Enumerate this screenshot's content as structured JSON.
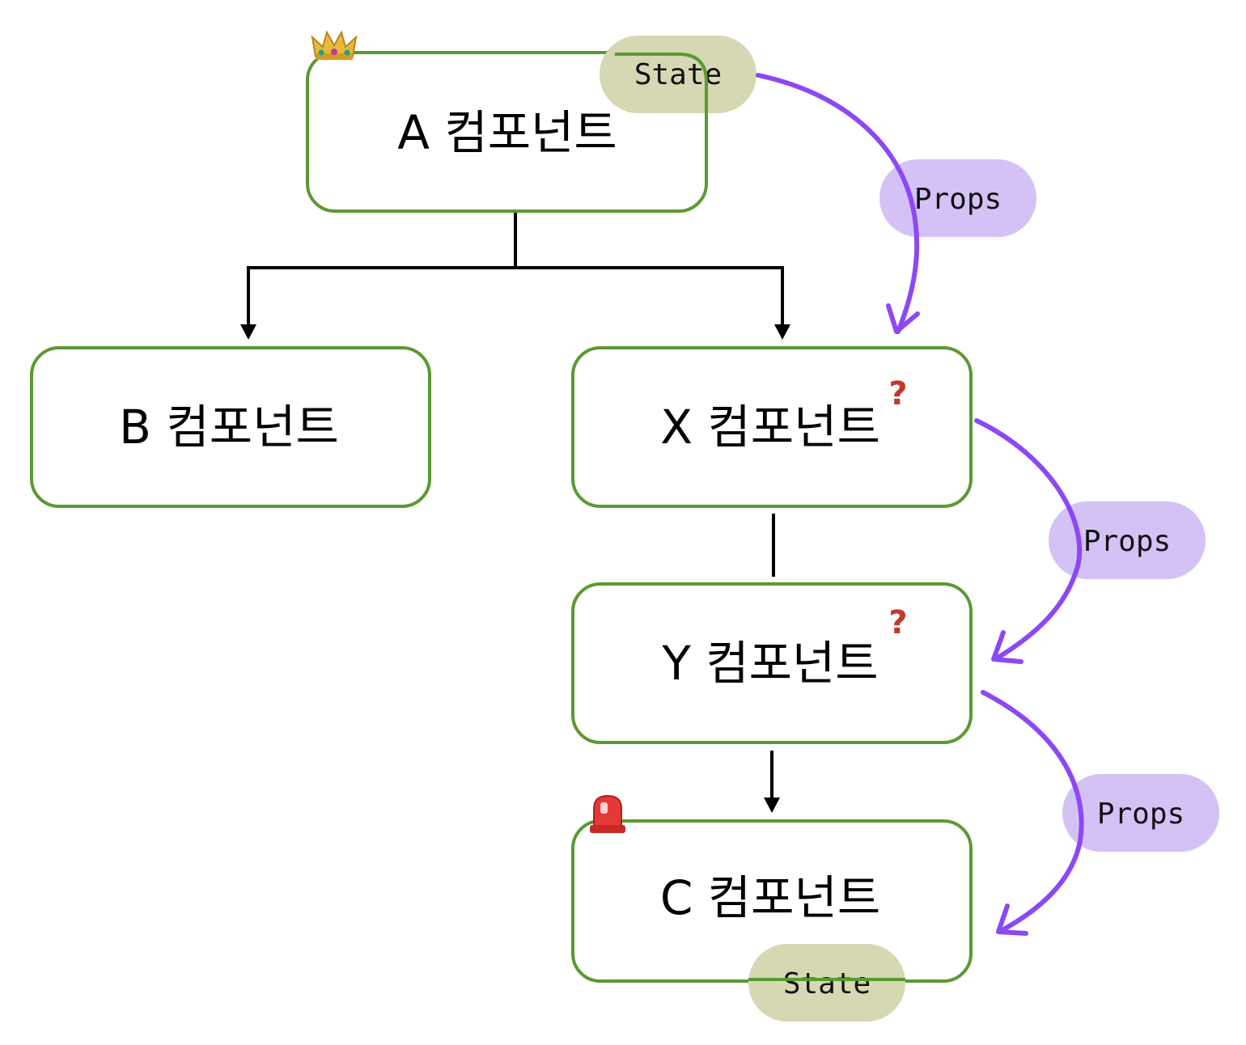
{
  "nodes": {
    "a": {
      "label": "A 컴포넌트"
    },
    "b": {
      "label": "B 컴포넌트"
    },
    "x": {
      "label": "X 컴포넌트",
      "mark": "?"
    },
    "y": {
      "label": "Y 컴포넌트",
      "mark": "?"
    },
    "c": {
      "label": "C 컴포넌트"
    }
  },
  "pills": {
    "state_top": "State",
    "state_bottom": "State",
    "props_1": "Props",
    "props_2": "Props",
    "props_3": "Props"
  },
  "icons": {
    "crown": "crown-icon",
    "siren": "siren-icon"
  },
  "colors": {
    "node_border": "#5a9a32",
    "state_pill": "#d6d8b3",
    "props_pill": "#d4c2f6",
    "props_arrow": "#8d48f5",
    "tree_line": "#000000",
    "question_mark": "#c0392b"
  }
}
